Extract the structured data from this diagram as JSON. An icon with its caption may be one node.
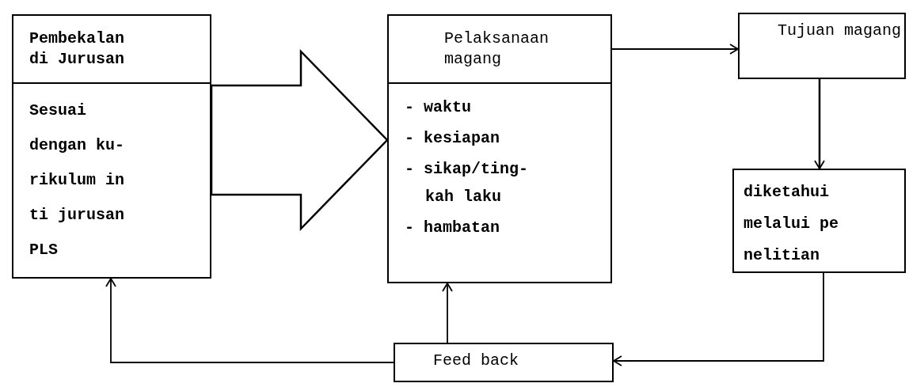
{
  "diagram": {
    "nodes": [
      {
        "text": [
          "Pembekalan di Jurusan",
          "Sesuai dengan ku- rikulum in ti jurusan PLS"
        ]
      },
      {
        "text": [
          "Pelaksanaan magang",
          "- waktu",
          "- kesiapan",
          "- sikap/ting- kah laku",
          "- hambatan"
        ]
      },
      {
        "text": [
          "Tujuan magang"
        ]
      },
      {
        "text": [
          "diketahui melalui pe nelitian"
        ]
      },
      {
        "text": [
          "Feed back"
        ]
      }
    ],
    "edges": [
      {
        "from": 0,
        "to": 1,
        "arrow": "to",
        "style": "thick"
      },
      {
        "from": 1,
        "to": 2,
        "arrow": "to"
      },
      {
        "from": 2,
        "to": 3,
        "arrow": "to"
      },
      {
        "from": 3,
        "to": 4,
        "arrow": "to"
      },
      {
        "from": 4,
        "to": 1,
        "arrow": "to"
      },
      {
        "from": 4,
        "to": 0,
        "arrow": "to"
      }
    ]
  }
}
